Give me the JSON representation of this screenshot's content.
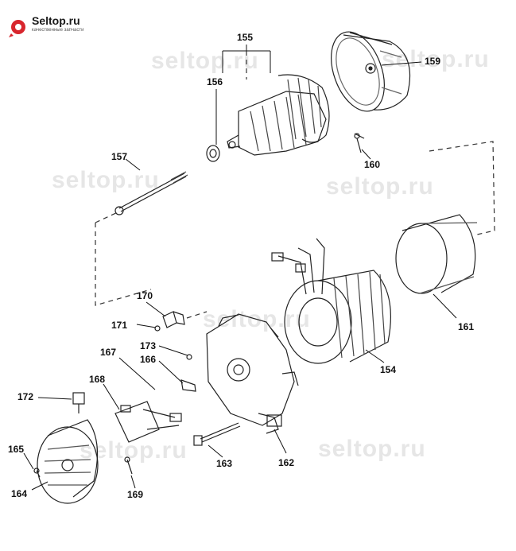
{
  "logo": {
    "name": "Seltop.ru",
    "tagline": "качественные запчасти"
  },
  "watermark": "seltop.ru",
  "callouts": [
    {
      "id": "155",
      "label": "155"
    },
    {
      "id": "156",
      "label": "156"
    },
    {
      "id": "157",
      "label": "157"
    },
    {
      "id": "159",
      "label": "159"
    },
    {
      "id": "160",
      "label": "160"
    },
    {
      "id": "161",
      "label": "161"
    },
    {
      "id": "162",
      "label": "162"
    },
    {
      "id": "163",
      "label": "163"
    },
    {
      "id": "154",
      "label": "154"
    },
    {
      "id": "164",
      "label": "164"
    },
    {
      "id": "165",
      "label": "165"
    },
    {
      "id": "166",
      "label": "166"
    },
    {
      "id": "167",
      "label": "167"
    },
    {
      "id": "168",
      "label": "168"
    },
    {
      "id": "169",
      "label": "169"
    },
    {
      "id": "170",
      "label": "170"
    },
    {
      "id": "171",
      "label": "171"
    },
    {
      "id": "172",
      "label": "172"
    },
    {
      "id": "173",
      "label": "173"
    }
  ]
}
